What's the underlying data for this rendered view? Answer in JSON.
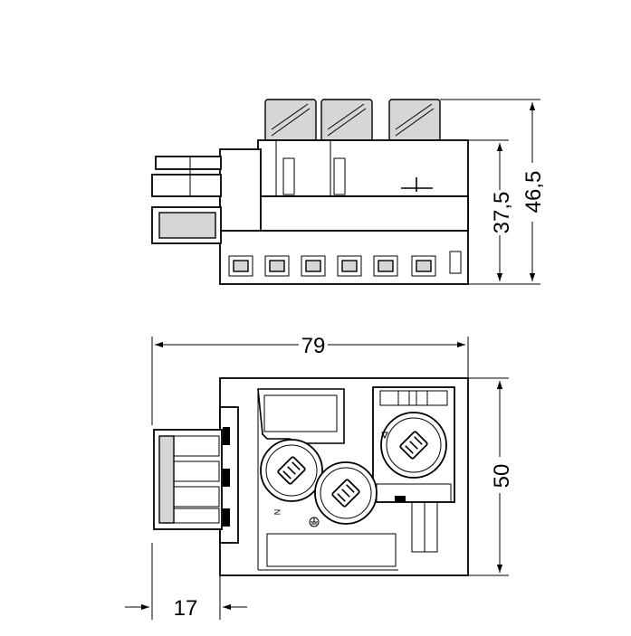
{
  "dimensions": {
    "width_top": "79",
    "height_body": "37,5",
    "height_total": "46,5",
    "depth": "50",
    "connector_offset": "17"
  },
  "markings": {
    "neutral": "N"
  }
}
